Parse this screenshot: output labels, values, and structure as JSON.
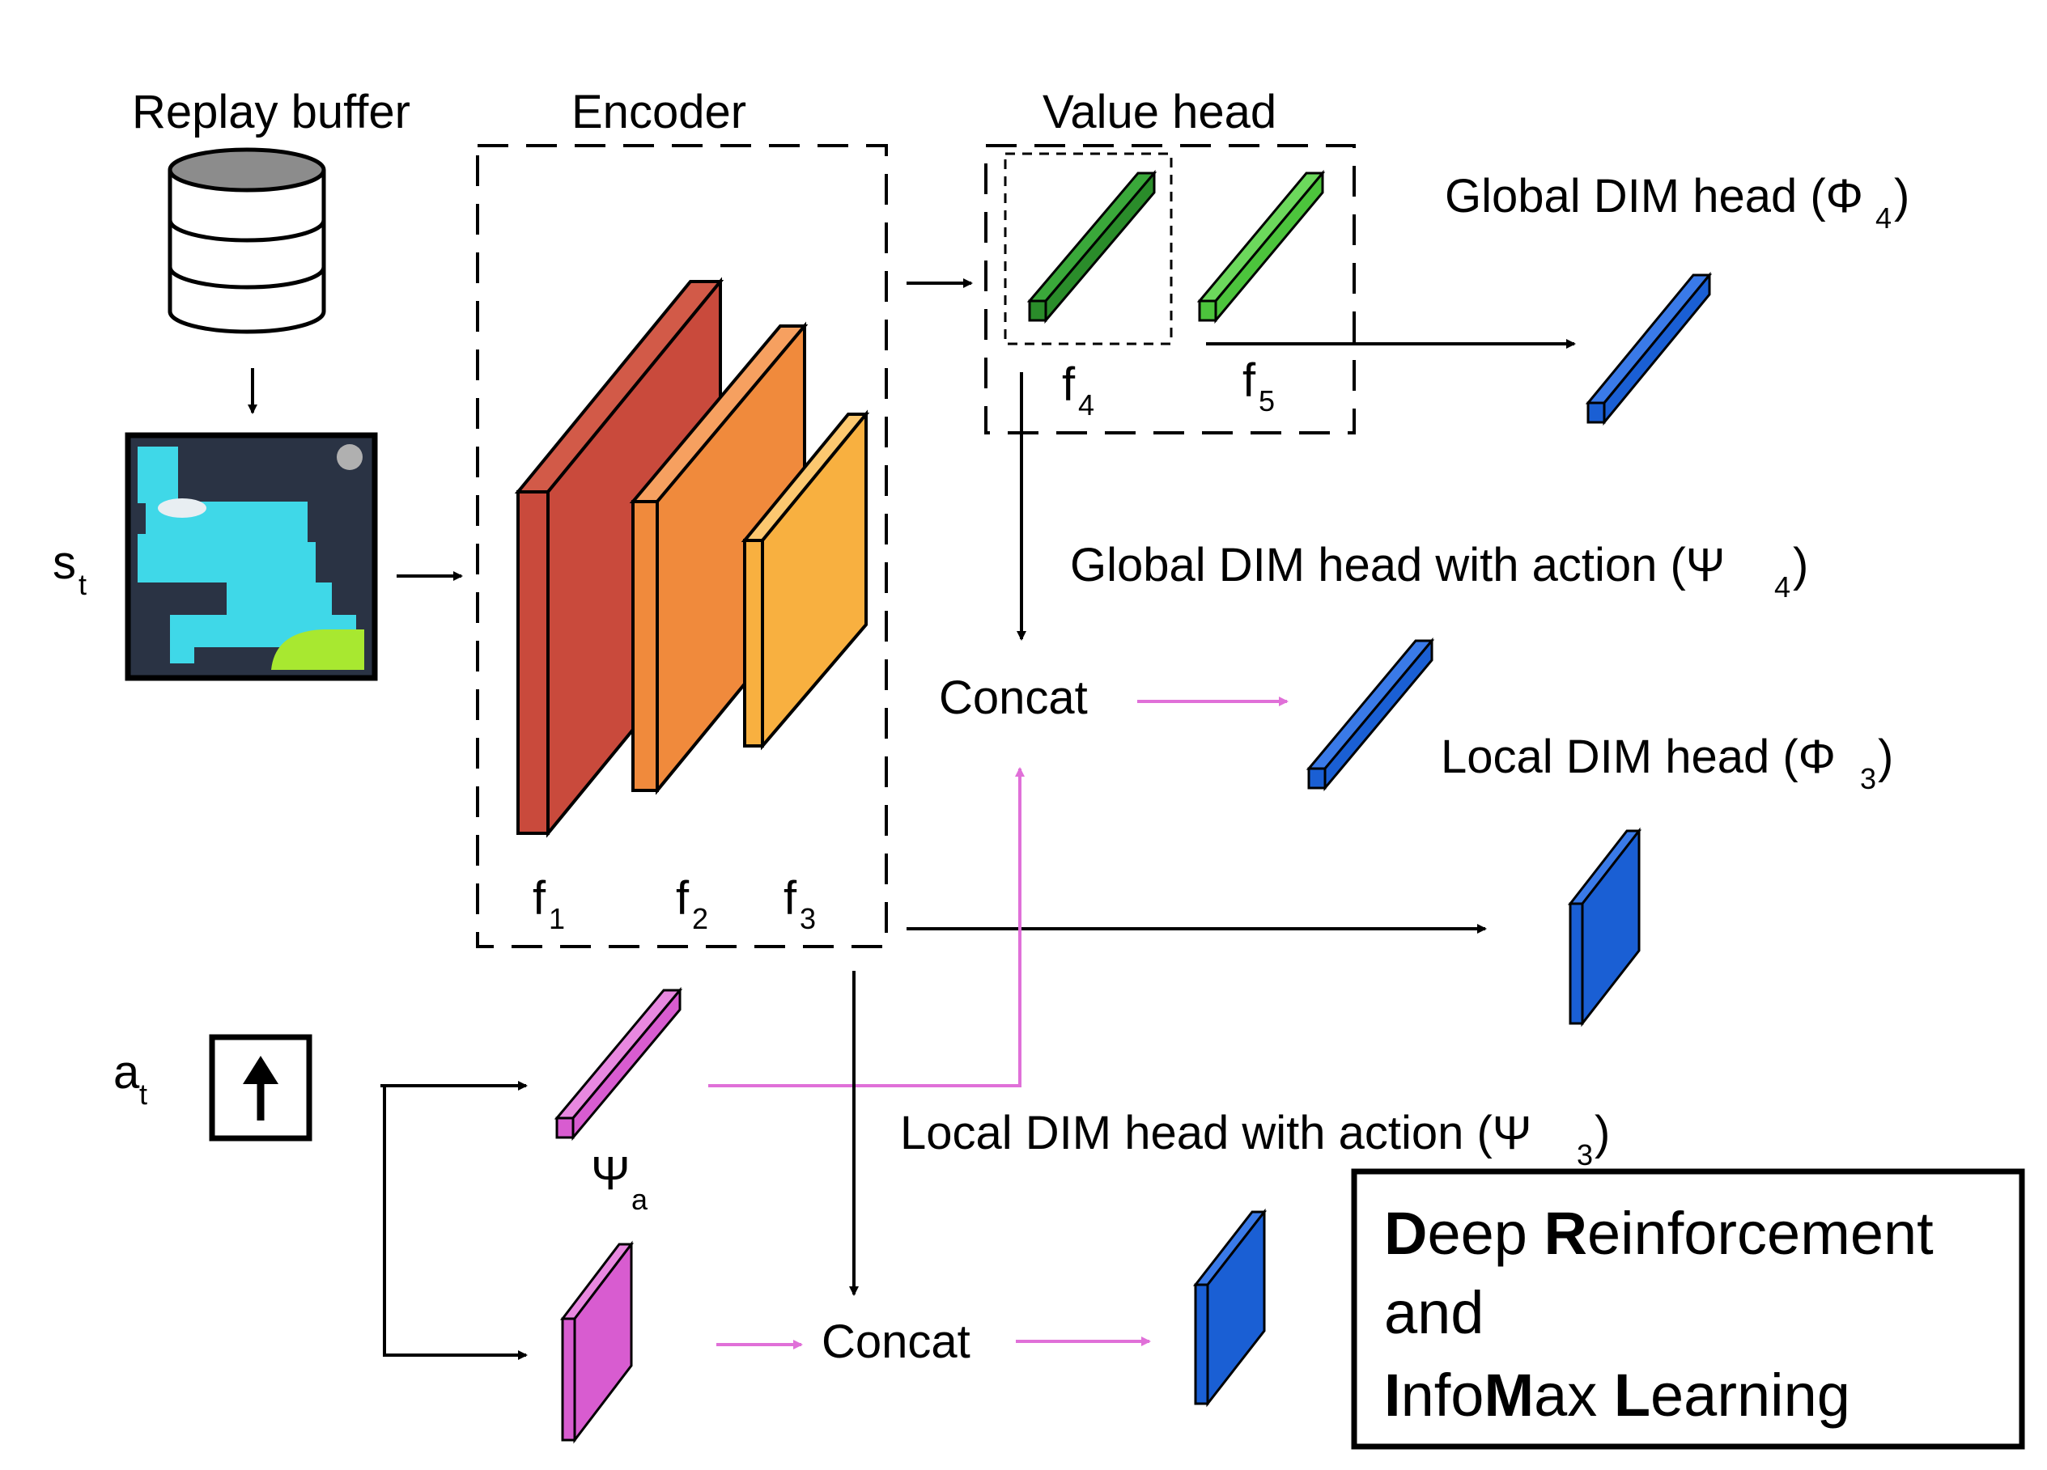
{
  "labels": {
    "replay_buffer": "Replay buffer",
    "encoder": "Encoder",
    "value_head": "Value head",
    "global_dim_head": "Global DIM head (Φ",
    "global_dim_head_sub": "4",
    "global_dim_head_end": ")",
    "global_dim_action": "Global DIM head with action (Ψ",
    "global_dim_action_sub": "4",
    "global_dim_action_end": ")",
    "local_dim_head": "Local DIM head (Φ",
    "local_dim_head_sub": "3",
    "local_dim_head_end": ")",
    "local_dim_action": "Local DIM head with action (Ψ",
    "local_dim_action_sub": "3",
    "local_dim_action_end": ")",
    "concat_top": "Concat",
    "concat_bottom": "Concat",
    "state": "s",
    "state_sub": "t",
    "action": "a",
    "action_sub": "t",
    "psi_a": "Ψ",
    "psi_a_sub": "a",
    "f1": "f",
    "f1_sub": "1",
    "f2": "f",
    "f2_sub": "2",
    "f3": "f",
    "f3_sub": "3",
    "f4": "f",
    "f4_sub": "4",
    "f5": "f",
    "f5_sub": "5"
  },
  "title_box": {
    "line1_bold1": "D",
    "line1_rest1": "eep ",
    "line1_bold2": "R",
    "line1_rest2": "einforcement",
    "line2": "and",
    "line3_bold1": "I",
    "line3_rest1": "nfo",
    "line3_bold2": "M",
    "line3_rest2": "ax ",
    "line3_bold3": "L",
    "line3_rest3": "earning"
  },
  "icons": {
    "database": "database-icon",
    "game_frame": "game-screenshot",
    "action_arrow": "up-arrow-icon"
  },
  "colors": {
    "layer1": "#c94a3c",
    "layer2": "#f08a3c",
    "layer3": "#f8b040",
    "value_f4": "#2a8c2a",
    "value_f5": "#4cc43c",
    "dim_head": "#1a5fd4",
    "action_embed": "#d85cd0",
    "magenta_arrow": "#e070d8"
  }
}
